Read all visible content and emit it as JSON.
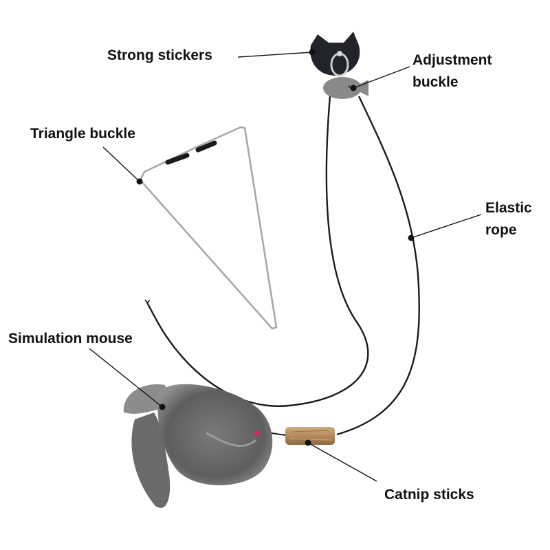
{
  "labels": {
    "strong_stickers": "Strong stickers",
    "adjustment_buckle_line1": "Adjustment",
    "adjustment_buckle_line2": "buckle",
    "triangle_buckle": "Triangle buckle",
    "elastic_rope_line1": "Elastic",
    "elastic_rope_line2": "rope",
    "simulation_mouse": "Simulation mouse",
    "catnip_sticks": "Catnip sticks"
  },
  "colors": {
    "background": "#ffffff",
    "label_text": "#111111",
    "leader_line": "#111111",
    "rope": "#1a1a1a",
    "wire": "#a8a8a8",
    "sticker": "#22232b",
    "buckle": "#8a8a8a",
    "fur": "#6e6e6e",
    "catnip": "#b48a5c"
  }
}
